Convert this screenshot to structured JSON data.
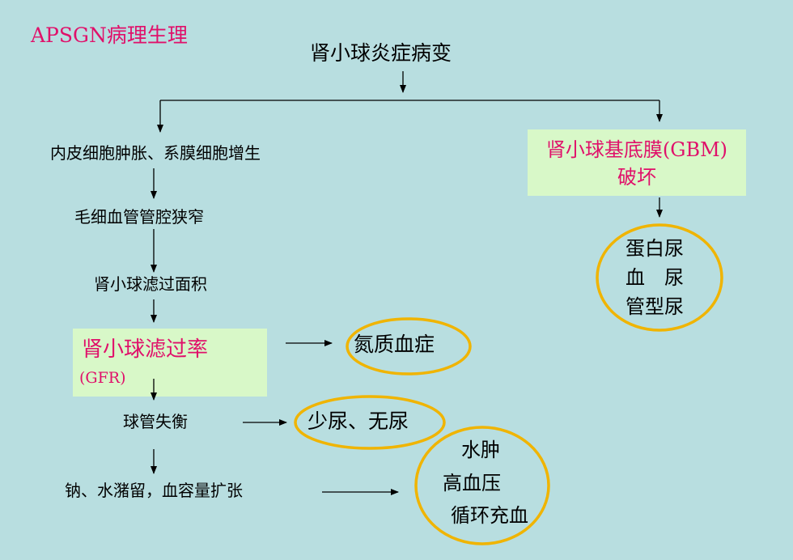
{
  "title": "APSGN病理生理",
  "root": "肾小球炎症病变",
  "left_chain": {
    "step1": "内皮细胞肿胀、系膜细胞增生",
    "step2": "毛细血管管腔狭窄",
    "step3": "肾小球滤过面积",
    "step4_line1": "肾小球滤过率",
    "step4_line2": "(GFR)",
    "step5": "球管失衡",
    "step6": "钠、水潴留，血容量扩张"
  },
  "right_branch": {
    "gbm_line1": "肾小球基底膜(GBM)",
    "gbm_line2": "破坏",
    "outcomes": [
      "蛋白尿",
      "血　尿",
      "管型尿"
    ]
  },
  "outcomes": {
    "azotemia": "氮质血症",
    "oliguria": "少尿、无尿",
    "volume": [
      "水肿",
      "高血压",
      "循环充血"
    ]
  },
  "colors": {
    "background": "#b8dee0",
    "highlight_box": "#d8f8c8",
    "accent_text": "#e0106a",
    "ellipse": "#f0b400",
    "arrow": "#000000"
  }
}
